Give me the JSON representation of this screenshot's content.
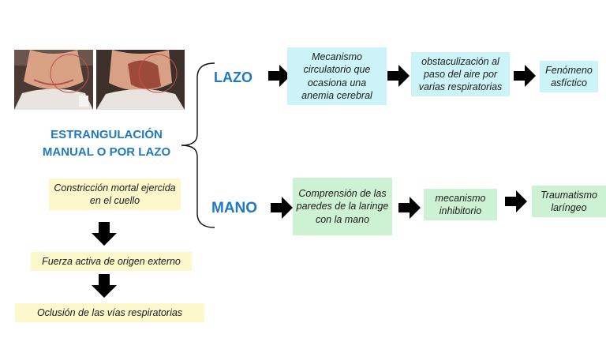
{
  "title": {
    "line1": "ESTRANGULACIÓN",
    "line2": "MANUAL O POR LAZO"
  },
  "branches": {
    "lazo": {
      "label": "LAZO",
      "steps": [
        "Mecanismo circulatorio que ocasiona una anemia cerebral",
        "obstaculización al paso del aire por varias respiratorias",
        "Fenómeno asfíctico"
      ]
    },
    "mano": {
      "label": "MANO",
      "steps": [
        "Comprensión de las paredes de la laringe con la mano",
        "mecanismo inhibitorio",
        "Traumatismo laríngeo"
      ]
    }
  },
  "left_chain": [
    "Constricción mortal ejercida en el cuello",
    "Fuerza activa de origen externo",
    "Oclusión de las vías respiratorias"
  ],
  "colors": {
    "accent": "#1f79c2",
    "cyan_box": "#ccf4f8",
    "green_box": "#cdf2d3",
    "yellow_box": "#fcf8cc",
    "arrow": "#000000"
  }
}
